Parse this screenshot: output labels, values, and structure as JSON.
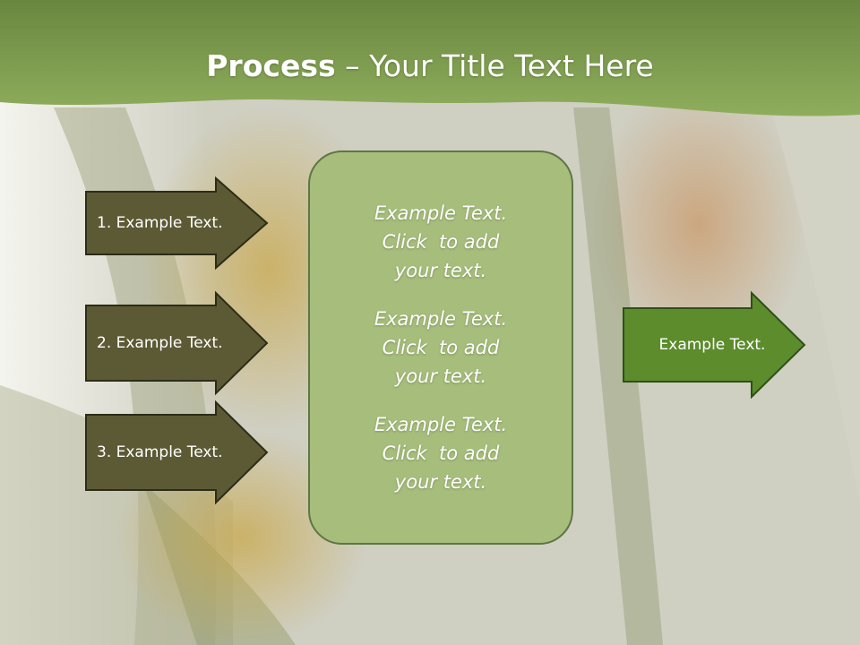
{
  "title": {
    "bold": "Process",
    "rest": " – Your Title Text Here"
  },
  "left_arrows": [
    {
      "label": "1. Example Text."
    },
    {
      "label": "2. Example Text."
    },
    {
      "label": "3. Example Text."
    }
  ],
  "center_box": {
    "paragraphs": [
      {
        "lines": [
          "Example Text.",
          "Click  to add",
          "your text."
        ]
      },
      {
        "lines": [
          "Example Text.",
          "Click  to add",
          "your text."
        ]
      },
      {
        "lines": [
          "Example Text.",
          "Click  to add",
          "your text."
        ]
      }
    ]
  },
  "right_arrow": {
    "label": "Example Text."
  },
  "colors": {
    "header_green": "#7e9a4c",
    "left_arrow_fill": "#5c5a34",
    "right_arrow_fill": "#5c8c2c",
    "center_box_fill": "#a6bd7c"
  }
}
